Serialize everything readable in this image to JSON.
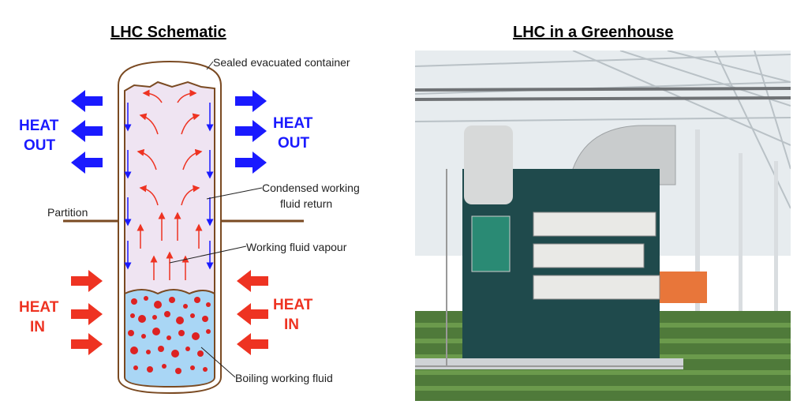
{
  "titles": {
    "left": "LHC Schematic",
    "right": "LHC in a Greenhouse"
  },
  "schematic": {
    "labels": {
      "container": "Sealed evacuated container",
      "condensed_1": "Condensed working",
      "condensed_2": "fluid return",
      "partition": "Partition",
      "vapour": "Working fluid vapour",
      "boiling": "Boiling working fluid"
    },
    "heat_out": {
      "line1": "HEAT",
      "line2": "OUT"
    },
    "heat_in": {
      "line1": "HEAT",
      "line2": "IN"
    },
    "colors": {
      "heat_out": "#1a1aff",
      "heat_in": "#ee3322",
      "vessel_wall": "#7a4a22",
      "vapour_space": "#efe4f2",
      "liquid": "#a9d6f5",
      "bubbles": "#dd2222"
    }
  },
  "photo": {
    "subject": "latent heat converter unit in greenhouse",
    "colors": {
      "unit": "#1f4a4c",
      "duct": "#c9cccd",
      "plants": "#4f7a3a"
    }
  }
}
